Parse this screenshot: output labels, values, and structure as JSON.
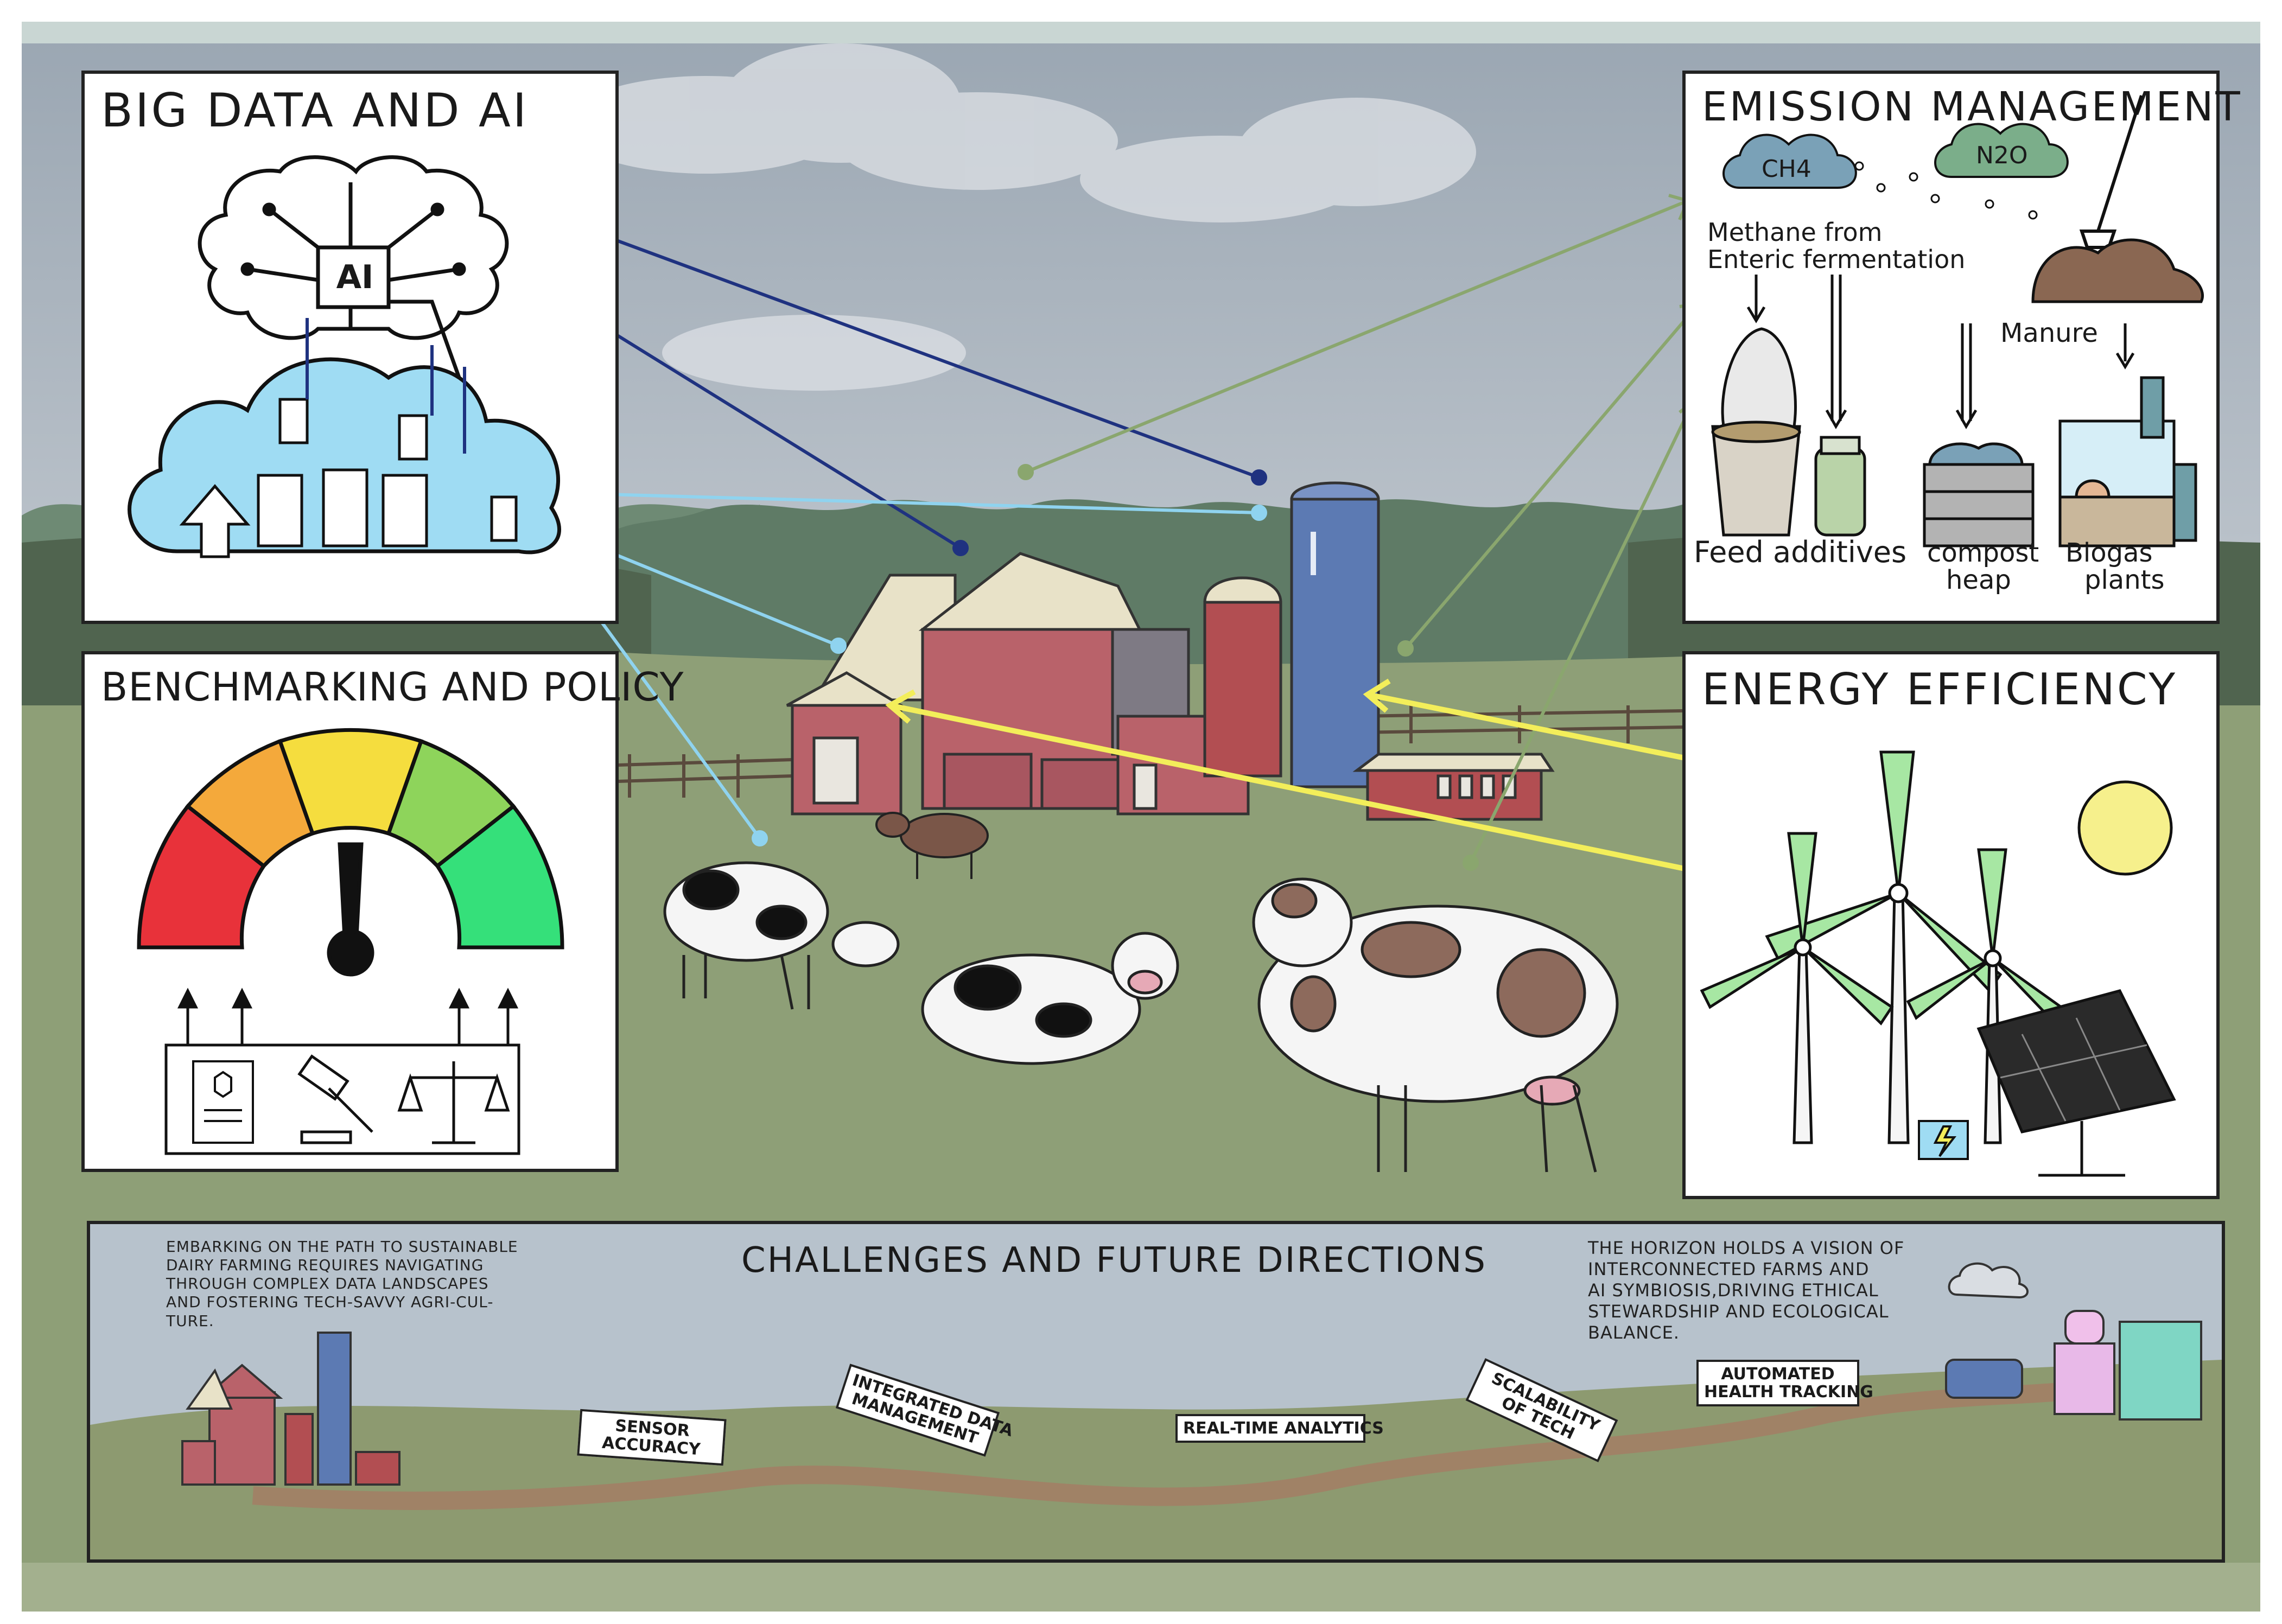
{
  "panels": {
    "big_data": {
      "title": "BIG DATA AND AI",
      "chip_label": "AI"
    },
    "benchmarking": {
      "title": "BENCHMARKING AND POLICY"
    },
    "emission": {
      "title": "EMISSION MANAGEMENT",
      "ch4": "CH4",
      "n2o": "N2O",
      "methane_line1": "Methane from",
      "methane_line2": "Enteric fermentation",
      "manure": "Manure",
      "feed_additives": "Feed additives",
      "compost_line1": "compost",
      "compost_line2": "heap",
      "biogas_line1": "Biogas",
      "biogas_line2": "plants"
    },
    "energy": {
      "title": "ENERGY EFFICIENCY"
    }
  },
  "bottom": {
    "title": "CHALLENGES AND FUTURE DIRECTIONS",
    "left_text": "EMBARKING ON THE PATH TO SUSTAINABLE\nDAIRY FARMING REQUIRES NAVIGATING\nTHROUGH COMPLEX DATA LANDSCAPES\nAND FOSTERING TECH-SAVVY AGRI-CUL-\nTURE.",
    "right_text": "THE HORIZON HOLDS A VISION OF\nINTERCONNECTED FARMS AND\nAI SYMBIOSIS,DRIVING ETHICAL\nSTEWARDSHIP AND ECOLOGICAL\nBALANCE.",
    "signs": {
      "sensor_line1": "SENSOR",
      "sensor_line2": "ACCURACY",
      "integrated_line1": "INTEGRATED DATA",
      "integrated_line2": "MANAGEMENT",
      "realtime": "REAL-TIME ANALYTICS",
      "scalability_line1": "SCALABILITY",
      "scalability_line2": "OF TECH",
      "automated_line1": "AUTOMATED",
      "automated_line2": "HEALTH TRACKING"
    }
  },
  "colors": {
    "sky": "#a9b3be",
    "field": "#8e9f77",
    "arrow_dark_blue": "#1f3280",
    "arrow_light_blue": "#8fd3ef",
    "arrow_green": "#8aa66e",
    "arrow_yellow": "#f3ee5a",
    "cloud_blue": "#9fdcf3",
    "barn_red": "#b9626a",
    "silo_blue": "#5c7ab3"
  }
}
